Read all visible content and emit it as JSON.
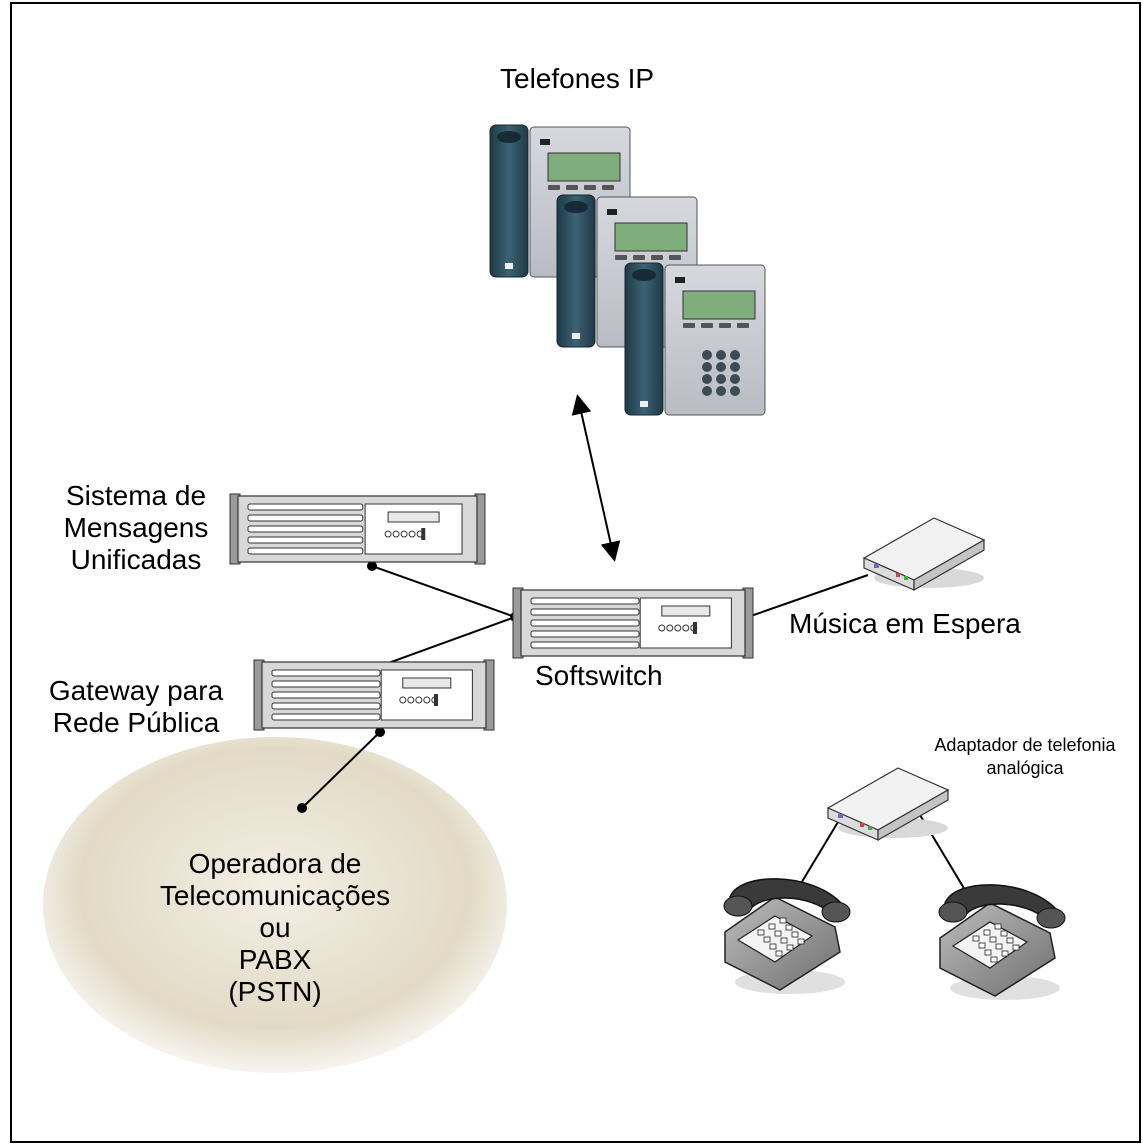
{
  "labels": {
    "ip_phones": "Telefones IP",
    "ums_1": "Sistema de",
    "ums_2": "Mensagens",
    "ums_3": "Unificadas",
    "gateway_1": "Gateway para",
    "gateway_2": "Rede Pública",
    "softswitch": "Softswitch",
    "music": "Música em Espera",
    "adapter_1": "Adaptador de telefonia",
    "adapter_2": "analógica",
    "pstn_1": "Operadora de",
    "pstn_2": "Telecomunicações",
    "pstn_3": "ou",
    "pstn_4": "PABX",
    "pstn_5": "(PSTN)"
  },
  "colors": {
    "pstn_cloud": "#dcd3bd",
    "phone_body": "#c9cbd1",
    "handset": "#2c4a58",
    "lcd": "#7fae7c",
    "server_face": "#d8d8d8",
    "device_box": "#f2f2f2"
  }
}
